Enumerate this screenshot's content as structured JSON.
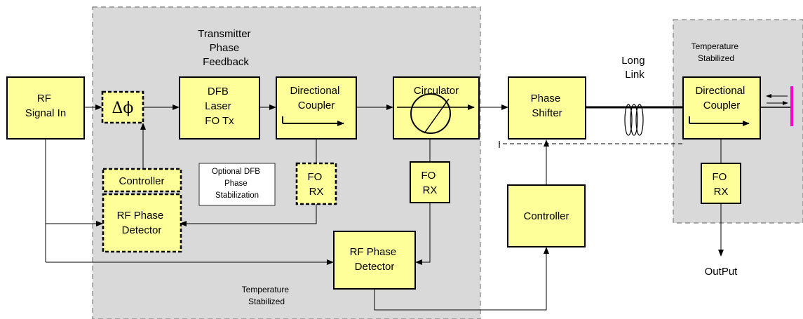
{
  "blocks": {
    "rf_signal_in": [
      "RF",
      "Signal In"
    ],
    "phase_modulator": "Δϕ",
    "dfb_laser": [
      "DFB",
      "Laser",
      "FO Tx"
    ],
    "directional_coupler_tx": [
      "Directional",
      "Coupler"
    ],
    "circulator": "Circulator",
    "phase_shifter": [
      "Phase",
      "Shifter"
    ],
    "directional_coupler_rx": [
      "Directional",
      "Coupler"
    ],
    "controller_dfb": "Controller",
    "rf_phase_detector_dfb": [
      "RF Phase",
      "Detector"
    ],
    "fo_rx_coupler": [
      "FO",
      "RX"
    ],
    "fo_rx_circulator": [
      "FO",
      "RX"
    ],
    "fo_rx_remote": [
      "FO",
      "RX"
    ],
    "controller_main": "Controller",
    "rf_phase_detector_main": [
      "RF Phase",
      "Detector"
    ]
  },
  "labels": {
    "transmitter_phase_feedback": [
      "Transmitter",
      "Phase",
      "Feedback"
    ],
    "optional_dfb_note": [
      "Optional DFB",
      "Phase",
      "Stabilization"
    ],
    "temperature_stabilized_tx": [
      "Temperature",
      "Stabilized"
    ],
    "long_link": [
      "Long",
      "Link"
    ],
    "temperature_stabilized_rx": [
      "Temperature",
      "Stabilized"
    ],
    "output": "OutPut"
  },
  "colors": {
    "block_fill": "#ffff99",
    "region_fill": "#d9d9d9",
    "reflector": "#ff00cc"
  }
}
